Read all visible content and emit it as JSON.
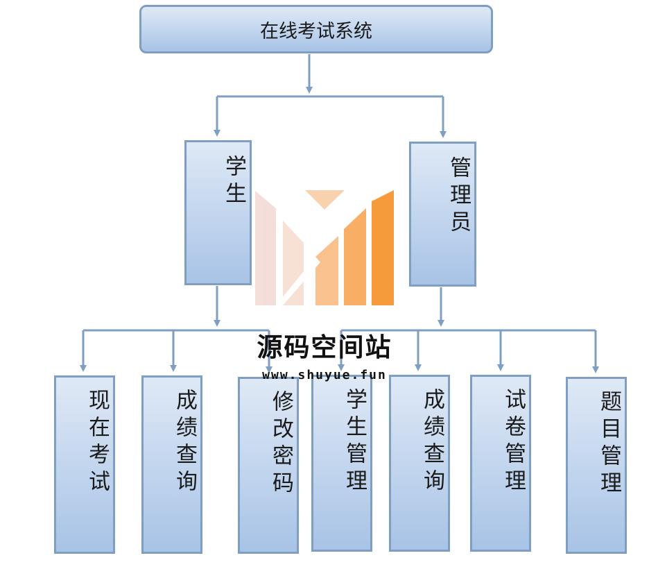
{
  "root": {
    "label": "在线考试系统"
  },
  "roles": {
    "student": {
      "label": "学生"
    },
    "admin": {
      "label": "管理员"
    }
  },
  "student_functions": [
    {
      "label": "现在考试"
    },
    {
      "label": "成绩查询"
    },
    {
      "label": "修改密码"
    }
  ],
  "admin_functions": [
    {
      "label": "学生管理"
    },
    {
      "label": "成绩查询"
    },
    {
      "label": "试卷管理"
    },
    {
      "label": "题目管理"
    }
  ],
  "watermark": {
    "title": "源码空间站",
    "url": "www.shuyue.fun",
    "logo_colors": [
      "#f2d9d4",
      "#f7c9a1",
      "#f9b77a",
      "#f7a04a",
      "#f58a1a"
    ]
  },
  "colors": {
    "box_border": "#7f9fc2",
    "box_fill_top": "#dfe9f6",
    "box_fill_bottom": "#a8c3e6",
    "connector": "#7f9fc2"
  }
}
